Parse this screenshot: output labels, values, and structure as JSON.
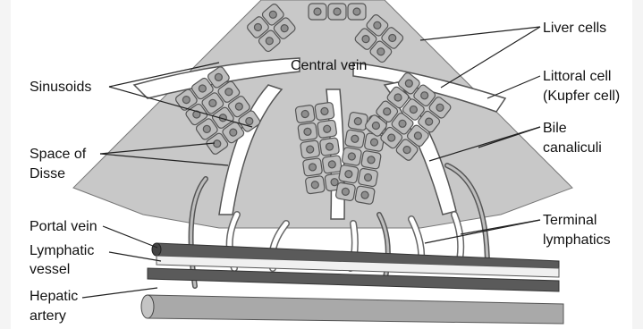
{
  "diagram": {
    "labels_left": {
      "sinusoids": "Sinusoids",
      "space_of_disse_1": "Space of",
      "space_of_disse_2": "Disse",
      "portal_vein": "Portal vein",
      "lymphatic_vessel_1": "Lymphatic",
      "lymphatic_vessel_2": "vessel",
      "hepatic_artery_1": "Hepatic",
      "hepatic_artery_2": "artery"
    },
    "labels_right": {
      "liver_cells": "Liver cells",
      "littoral_cell_1": "Littoral cell",
      "littoral_cell_2": "(Kupfer cell)",
      "bile_canaliculi_1": "Bile",
      "bile_canaliculi_2": "canaliculi",
      "terminal_lymphatics_1": "Terminal",
      "terminal_lymphatics_2": "lymphatics"
    },
    "center_label": "Central vein",
    "colors": {
      "tissue": "#c8c8c8",
      "cell": "#bdbdbd",
      "cell_border": "#555555",
      "nucleus": "#8e8e8e",
      "vessel_dark": "#5a5a5a",
      "vessel_light": "#eeeeee",
      "artery": "#a9a9a9"
    }
  }
}
